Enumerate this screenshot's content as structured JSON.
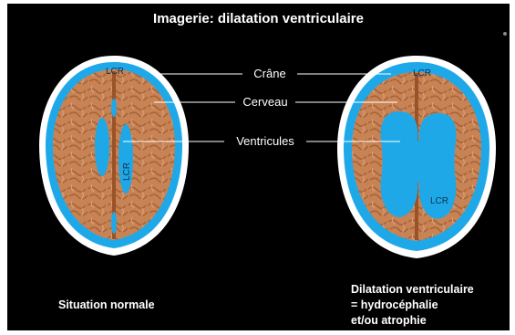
{
  "title": "Imagerie: dilatation ventriculaire",
  "labels": {
    "crane": "Crâne",
    "cerveau": "Cerveau",
    "ventricules": "Ventricules"
  },
  "lcr": "LCR",
  "captions": {
    "left": "Situation normale",
    "right_lines": [
      "Dilatation ventriculaire",
      "= hydrocéphalie",
      "et/ou atrophie"
    ]
  },
  "colors": {
    "background": "#000000",
    "skull": "#ffffff",
    "csf": "#1fa8e8",
    "brain": "#c88354",
    "fissure": "#a35a2c"
  }
}
